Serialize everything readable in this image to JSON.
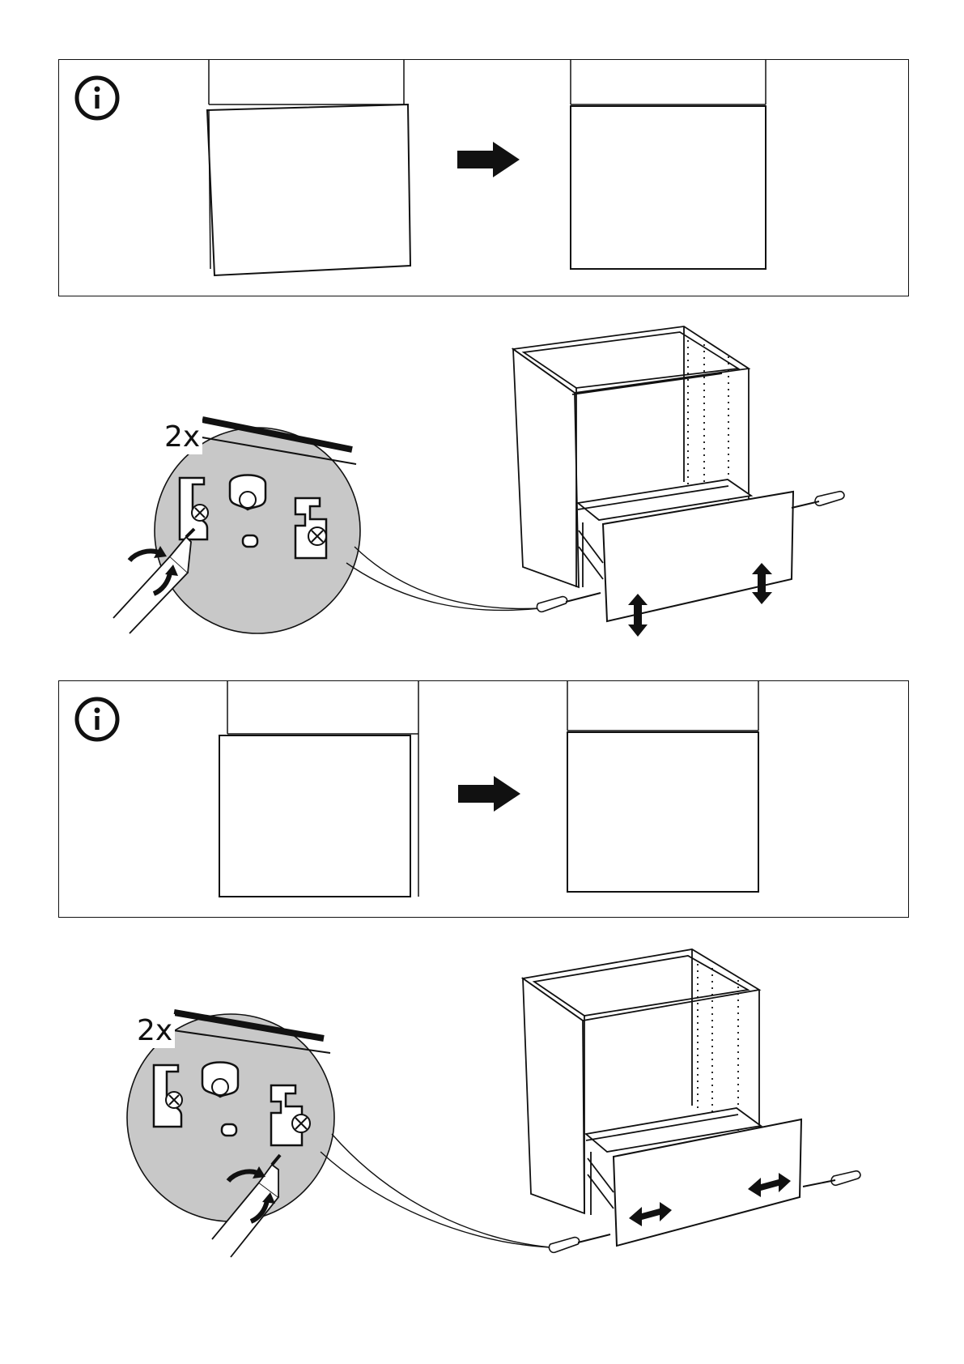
{
  "steps": [
    {
      "quantity": "2x",
      "adjustment": "vertical"
    },
    {
      "quantity": "2x",
      "adjustment": "horizontal"
    }
  ],
  "icons": {
    "info": "info-circle-icon",
    "arrow": "arrow-right-icon",
    "screwdriver": "screwdriver-icon",
    "double_arrow_vertical": "double-arrow-vertical-icon",
    "double_arrow_horizontal": "double-arrow-horizontal-icon",
    "rotate": "rotate-arrow-icon"
  },
  "colors": {
    "line": "#111111",
    "detail_fill": "#c8c8c8",
    "background": "#ffffff"
  }
}
